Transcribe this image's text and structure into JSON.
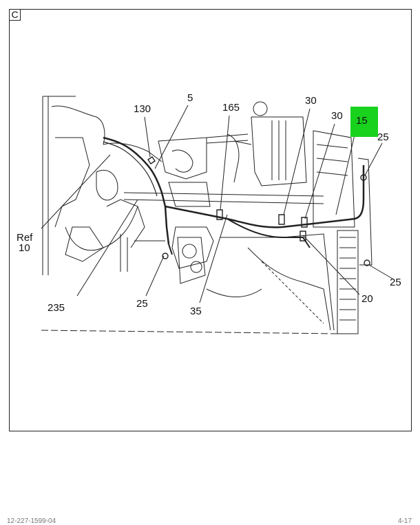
{
  "view_letter": "C",
  "callouts": {
    "c130": "130",
    "c5": "5",
    "c165": "165",
    "c30a": "30",
    "c30b": "30",
    "c15": "15",
    "c25_top": "25",
    "ref": "Ref",
    "c10": "10",
    "c235": "235",
    "c25_bottom": "25",
    "c35": "35",
    "c20": "20",
    "c25_right": "25"
  },
  "highlight_color": "#19d21e",
  "footer": {
    "left": "12-227-1599-04",
    "right": "4-17"
  }
}
